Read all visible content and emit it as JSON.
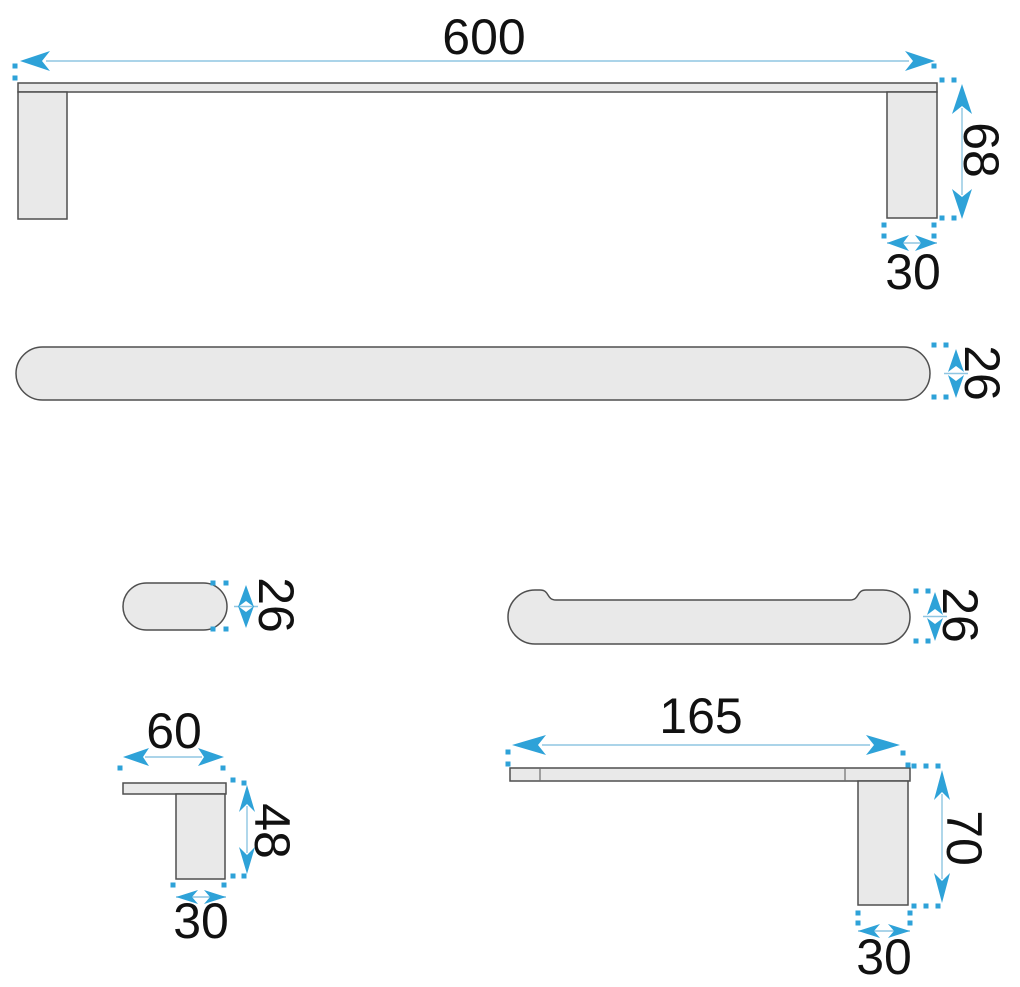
{
  "colors": {
    "dimension_accent": "#2ea2d8",
    "dimension_line": "#8fc6e2",
    "shape_fill": "#e9e9e9",
    "shape_stroke": "#4f4f4f",
    "label_text": "#111111"
  },
  "dims": {
    "front_length": "600",
    "front_height": "68",
    "front_post_width": "30",
    "bar_thickness": "26",
    "post_thickness": "26",
    "bar_top_thickness": "26",
    "bracket_width": "60",
    "bracket_height": "48",
    "bracket_depth": "30",
    "side_depth": "165",
    "side_height": "70",
    "side_post_depth": "30"
  }
}
